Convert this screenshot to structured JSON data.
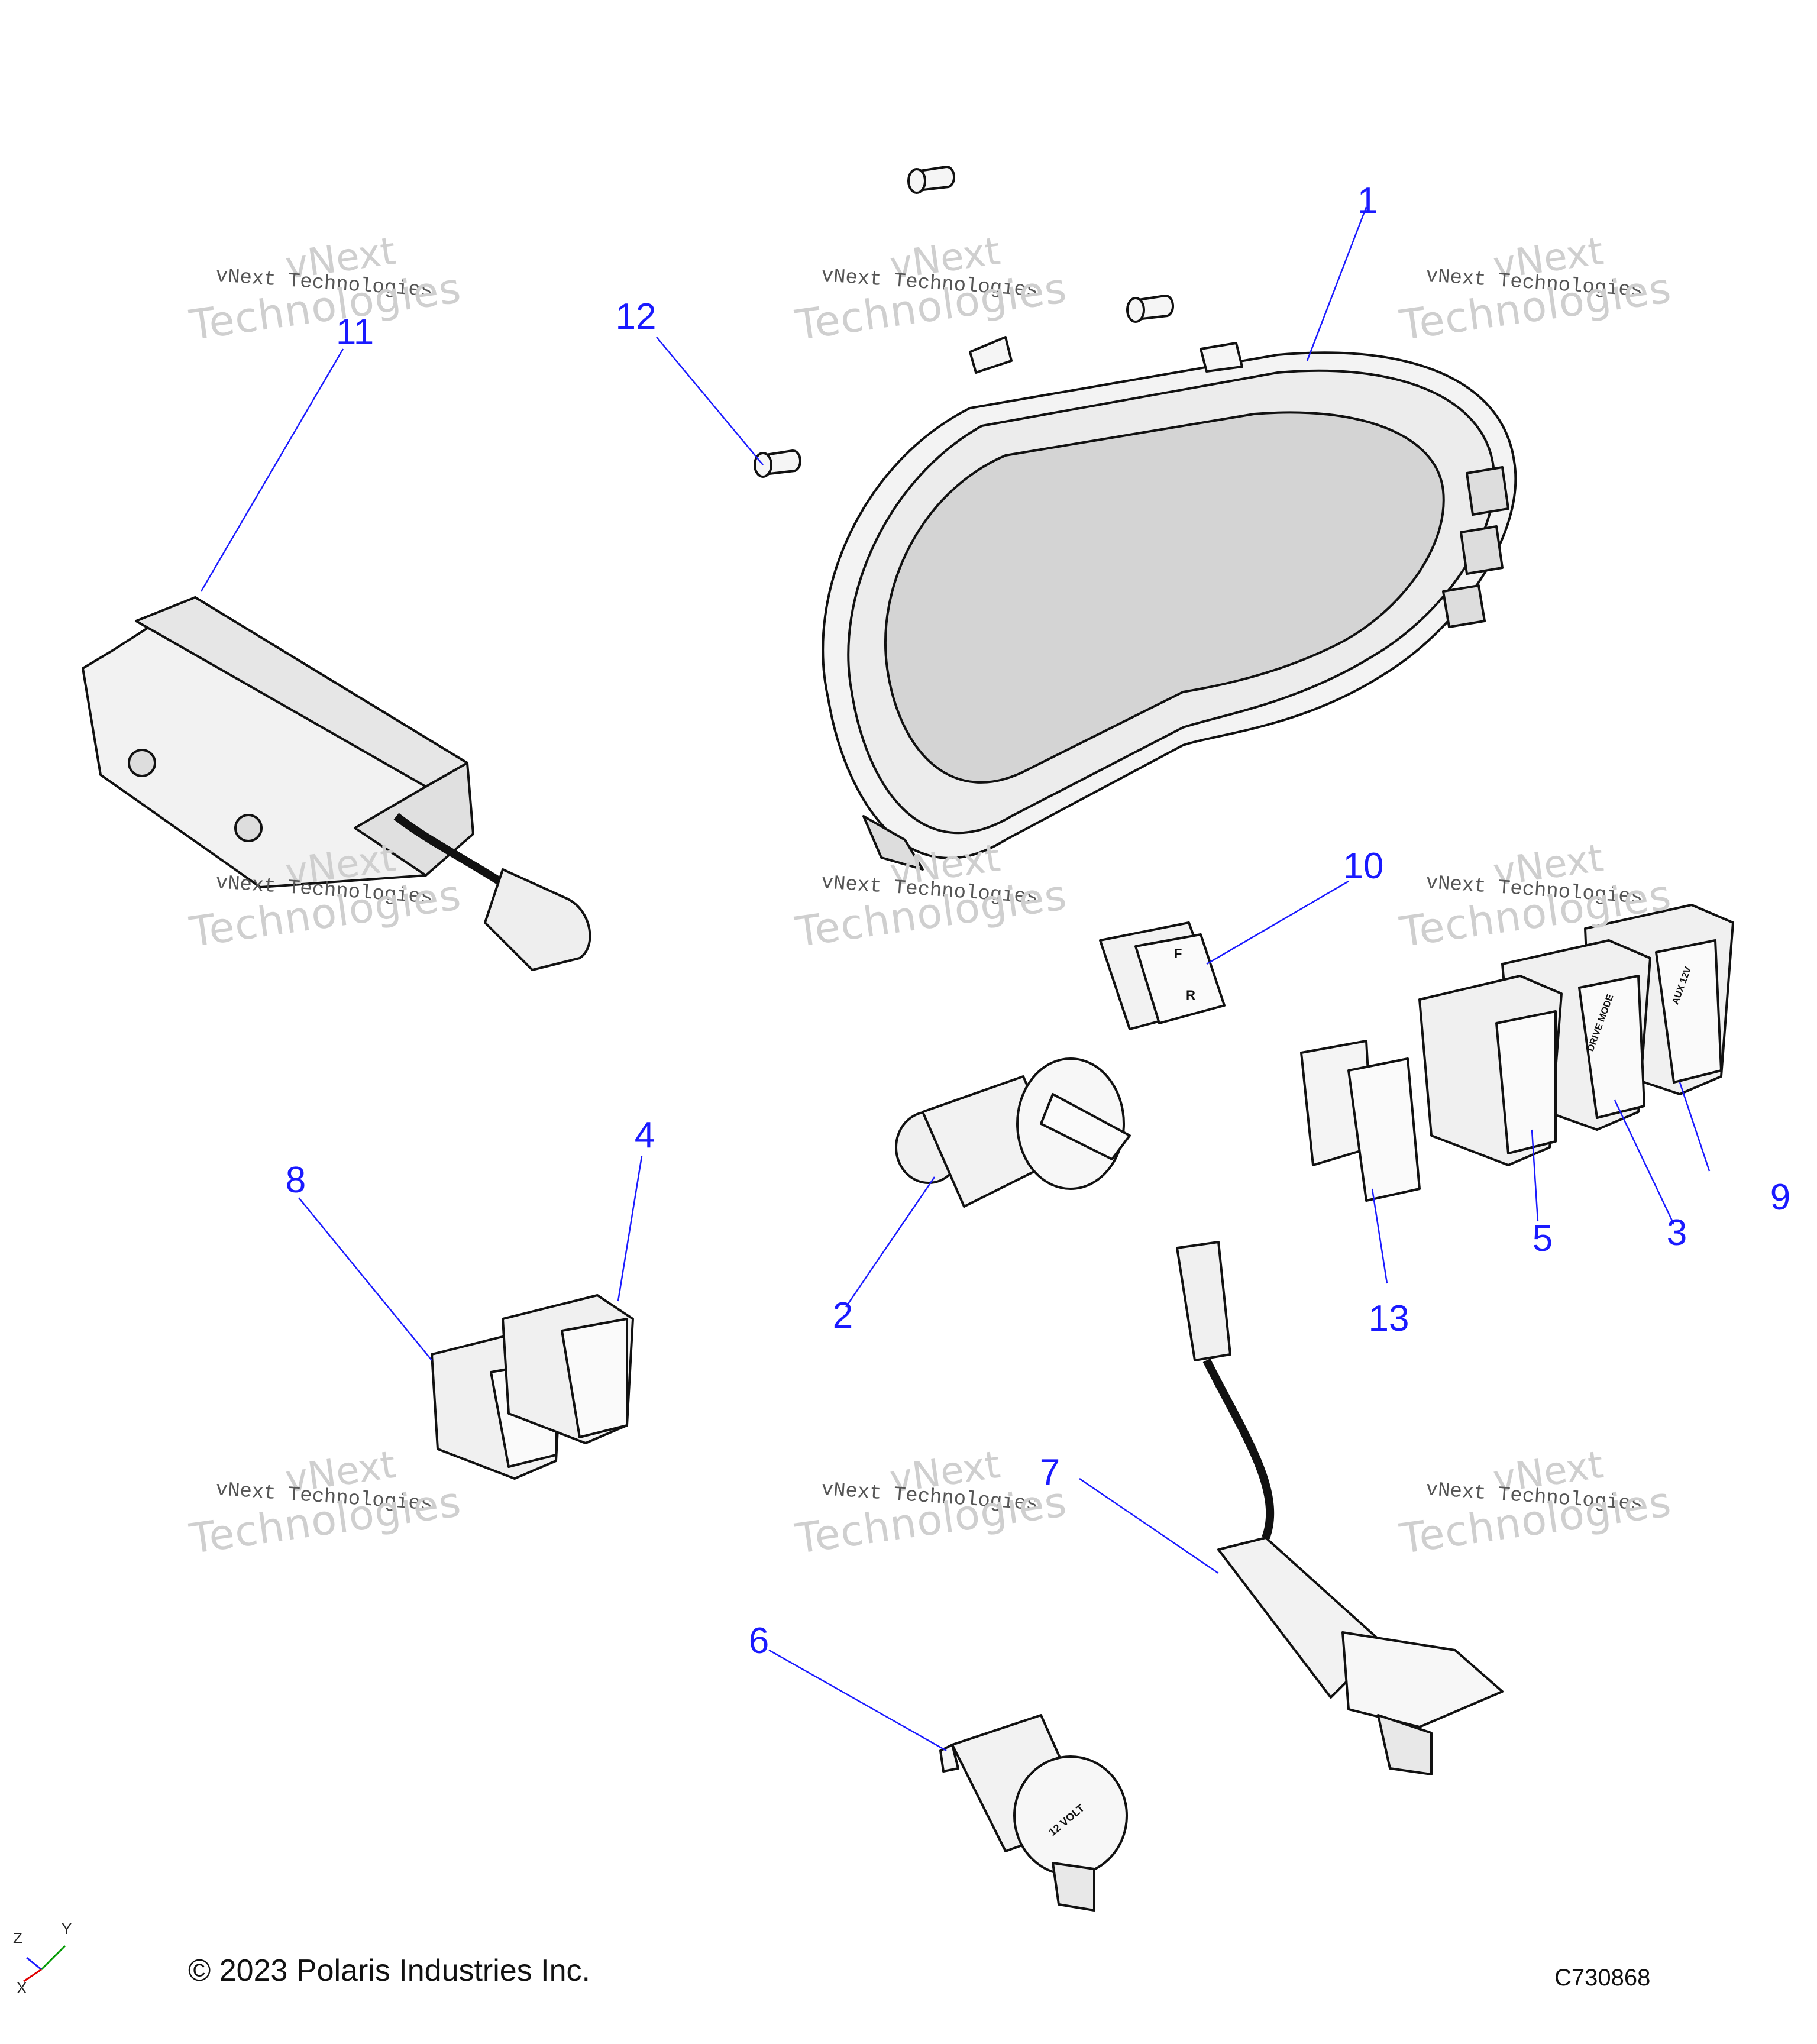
{
  "callouts": {
    "c1": "1",
    "c2": "2",
    "c3": "3",
    "c4": "4",
    "c5": "5",
    "c6": "6",
    "c7": "7",
    "c8": "8",
    "c9": "9",
    "c10": "10",
    "c11": "11",
    "c12": "12",
    "c13": "13"
  },
  "watermark": {
    "line1": "vNext",
    "line2": "vNext Technologies",
    "line3": "Technologies"
  },
  "part_labels": {
    "fr_f": "F",
    "fr_r": "R",
    "drive_mode": "DRIVE MODE",
    "aux_12v": "AUX 12V",
    "twelve_volt": "12 VOLT"
  },
  "axes": {
    "x": "X",
    "y": "Y",
    "z": "Z"
  },
  "footer": {
    "copyright": "© 2023 Polaris Industries Inc.",
    "drawing_number": "C730868"
  },
  "colors": {
    "callout": "#1a1aff",
    "leader": "#1a1aff",
    "outline": "#111111",
    "face": "#f4f4f4",
    "lcd": "#d4d4d4"
  }
}
